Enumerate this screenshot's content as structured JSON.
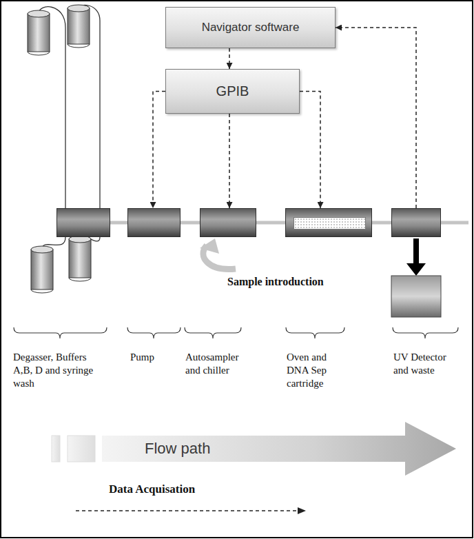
{
  "diagram": {
    "nodes": [
      {
        "text": [
          "Navigator software"
        ]
      },
      {
        "text": [
          "GPIB"
        ]
      },
      {
        "text": [
          "Degasser, Buffers A,B, D and syringe wash"
        ]
      },
      {
        "text": [
          "Pump"
        ]
      },
      {
        "text": [
          "Autosampler and chiller"
        ]
      },
      {
        "text": [
          "Oven and DNA Sep cartridge"
        ]
      },
      {
        "text": [
          "UV Detector and waste"
        ]
      },
      {
        "text": [
          "Flow path"
        ]
      }
    ],
    "edges": [
      {
        "from": 0,
        "to": 1,
        "arrow": "to"
      },
      {
        "from": 1,
        "to": 3,
        "arrow": "to"
      },
      {
        "from": 1,
        "to": 4,
        "arrow": "to"
      },
      {
        "from": 1,
        "to": 5,
        "arrow": "to"
      },
      {
        "from": 6,
        "to": 0,
        "arrow": "to"
      },
      {
        "from": 2,
        "to": 3,
        "arrow": "none"
      },
      {
        "from": 3,
        "to": 4,
        "arrow": "none"
      },
      {
        "from": 4,
        "to": 5,
        "arrow": "none"
      },
      {
        "from": 5,
        "to": 6,
        "arrow": "none"
      }
    ],
    "labels": [
      "Sample introduction"
    ],
    "legend": [
      {
        "text": "Data Acquisation"
      }
    ]
  }
}
